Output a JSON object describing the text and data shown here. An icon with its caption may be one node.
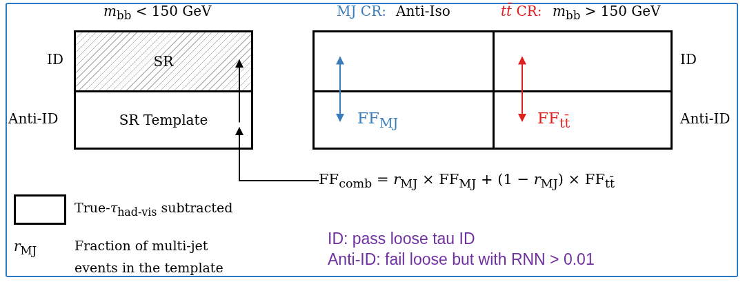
{
  "diagram": {
    "nodes": [
      {
        "text": [
          "SR"
        ]
      },
      {
        "text": [
          "SR Template"
        ]
      },
      {
        "text": [],
        "shape": "box"
      },
      {
        "text": [
          "FF$_{MJ}$"
        ]
      },
      {
        "text": [],
        "shape": "box"
      },
      {
        "text": [
          "FF$_{tt̄}$"
        ]
      },
      {
        "text": [
          "FF$_{comb}$ = *r*$_{MJ}$ × FF$_{MJ}$ + (1 − *r*$_{MJ}$) × FF$_{tt̄}$"
        ]
      }
    ],
    "edges": [
      {
        "from": 6,
        "to": 1,
        "arrow": "to"
      },
      {
        "from": 1,
        "to": 0,
        "arrow": "to"
      },
      {
        "from": 3,
        "to": 2,
        "arrow": "both",
        "color": "#3a7dbb"
      },
      {
        "from": 5,
        "to": 4,
        "arrow": "both",
        "color": "#e0201e"
      }
    ],
    "labels": [
      "*m*$_{bb}$ < 150 GeV",
      "MJ CR:",
      "Anti-Iso",
      "*tt̄* CR:",
      "*m*$_{bb}$ > 150 GeV",
      "ID",
      "ID",
      "Anti-ID",
      "Anti-ID",
      "*r*$_{MJ}$",
      "Fraction of multi-jet events in the template",
      "ID: pass loose tau ID",
      "Anti-ID: fail loose but with RNN > 0.01"
    ],
    "legend": [
      {
        "text": "True-*τ*$_{had-vis}$ subtracted"
      }
    ]
  }
}
